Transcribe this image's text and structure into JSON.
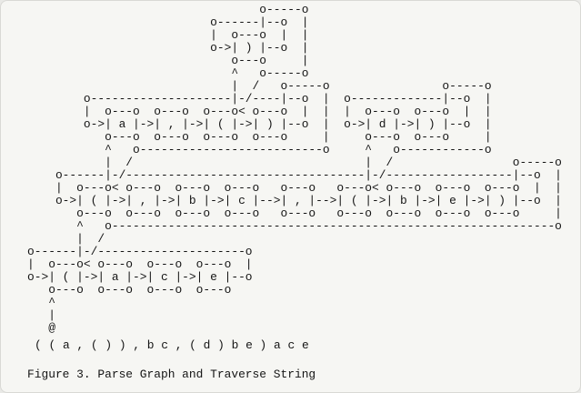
{
  "colors": {
    "background": "#f6f6f3",
    "text": "#151515",
    "frame_border": "#d9d9d5"
  },
  "figure": {
    "ascii_art_lines": [
      "                                 o-----o",
      "                          o------|--o  |",
      "                          |  o---o  |  |",
      "                          o->| ) |--o  |",
      "                             o---o     |",
      "                             ^   o-----o",
      "                             |  /   o-----o                o-----o",
      "        o--------------------|-/----|--o  |  o-------------|--o  |",
      "        |  o---o  o---o  o---o< o---o  |  |  |  o---o  o---o  |  |",
      "        o->| a |->| , |->| ( |->| ) |--o  |  o->| d |->| ) |--o  |",
      "           o---o  o---o  o---o  o---o     |     o---o  o---o     |",
      "           ^   o--------------------------o     ^   o------------o",
      "           |  /                                 |  /                 o-----o",
      "    o------|-/----------------------------------|-/------------------|--o  |",
      "    |  o---o< o---o  o---o  o---o   o---o   o---o< o---o  o---o  o---o  |  |",
      "    o->| ( |->| , |->| b |->| c |-->| , |-->| ( |->| b |->| e |->| ) |--o  |",
      "       o---o  o---o  o---o  o---o   o---o   o---o  o---o  o---o  o---o     |",
      "       ^   o---------------------------------------------------------------o",
      "       |  /",
      "o------|-/---------------------o",
      "|  o---o< o---o  o---o  o---o  |",
      "o->| ( |->| a |->| c |->| e |--o",
      "   o---o  o---o  o---o  o---o",
      "   ^",
      "   |",
      "   @"
    ],
    "traverse_string": "( ( a , ( ) ) , b c , ( d ) b e ) a c e",
    "caption": "Figure 3. Parse Graph and Traverse String"
  }
}
